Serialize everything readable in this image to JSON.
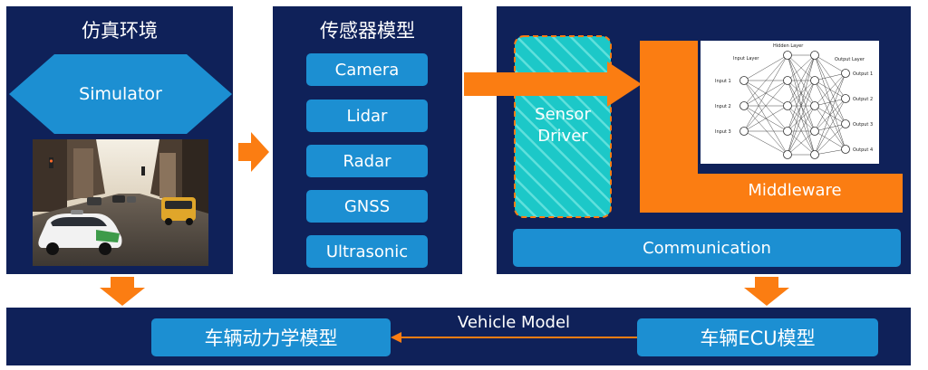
{
  "sim_panel": {
    "title": "仿真环境",
    "simulator_label": "Simulator"
  },
  "sensor_panel": {
    "title": "传感器模型",
    "items": [
      "Camera",
      "Lidar",
      "Radar",
      "GNSS",
      "Ultrasonic"
    ]
  },
  "right_panel": {
    "sensor_driver": [
      "Sensor",
      "Driver"
    ],
    "middleware": "Middleware",
    "communication": "Communication",
    "nn": {
      "input_layer": "Input Layer",
      "hidden_layer": "Hidden Layer",
      "output_layer": "Output Layer",
      "inputs": [
        "Input 1",
        "Input 2",
        "Input 3"
      ],
      "outputs": [
        "Output 1",
        "Output 2",
        "Output 3",
        "Output 4"
      ]
    }
  },
  "bottom_bar": {
    "vehicle_model": "Vehicle Model",
    "dynamics": "车辆动力学模型",
    "ecu": "车辆ECU模型"
  },
  "colors": {
    "navy": "#0f2159",
    "blue": "#1c8fd2",
    "orange": "#fb7d12",
    "teal": "#1cc8c8"
  }
}
